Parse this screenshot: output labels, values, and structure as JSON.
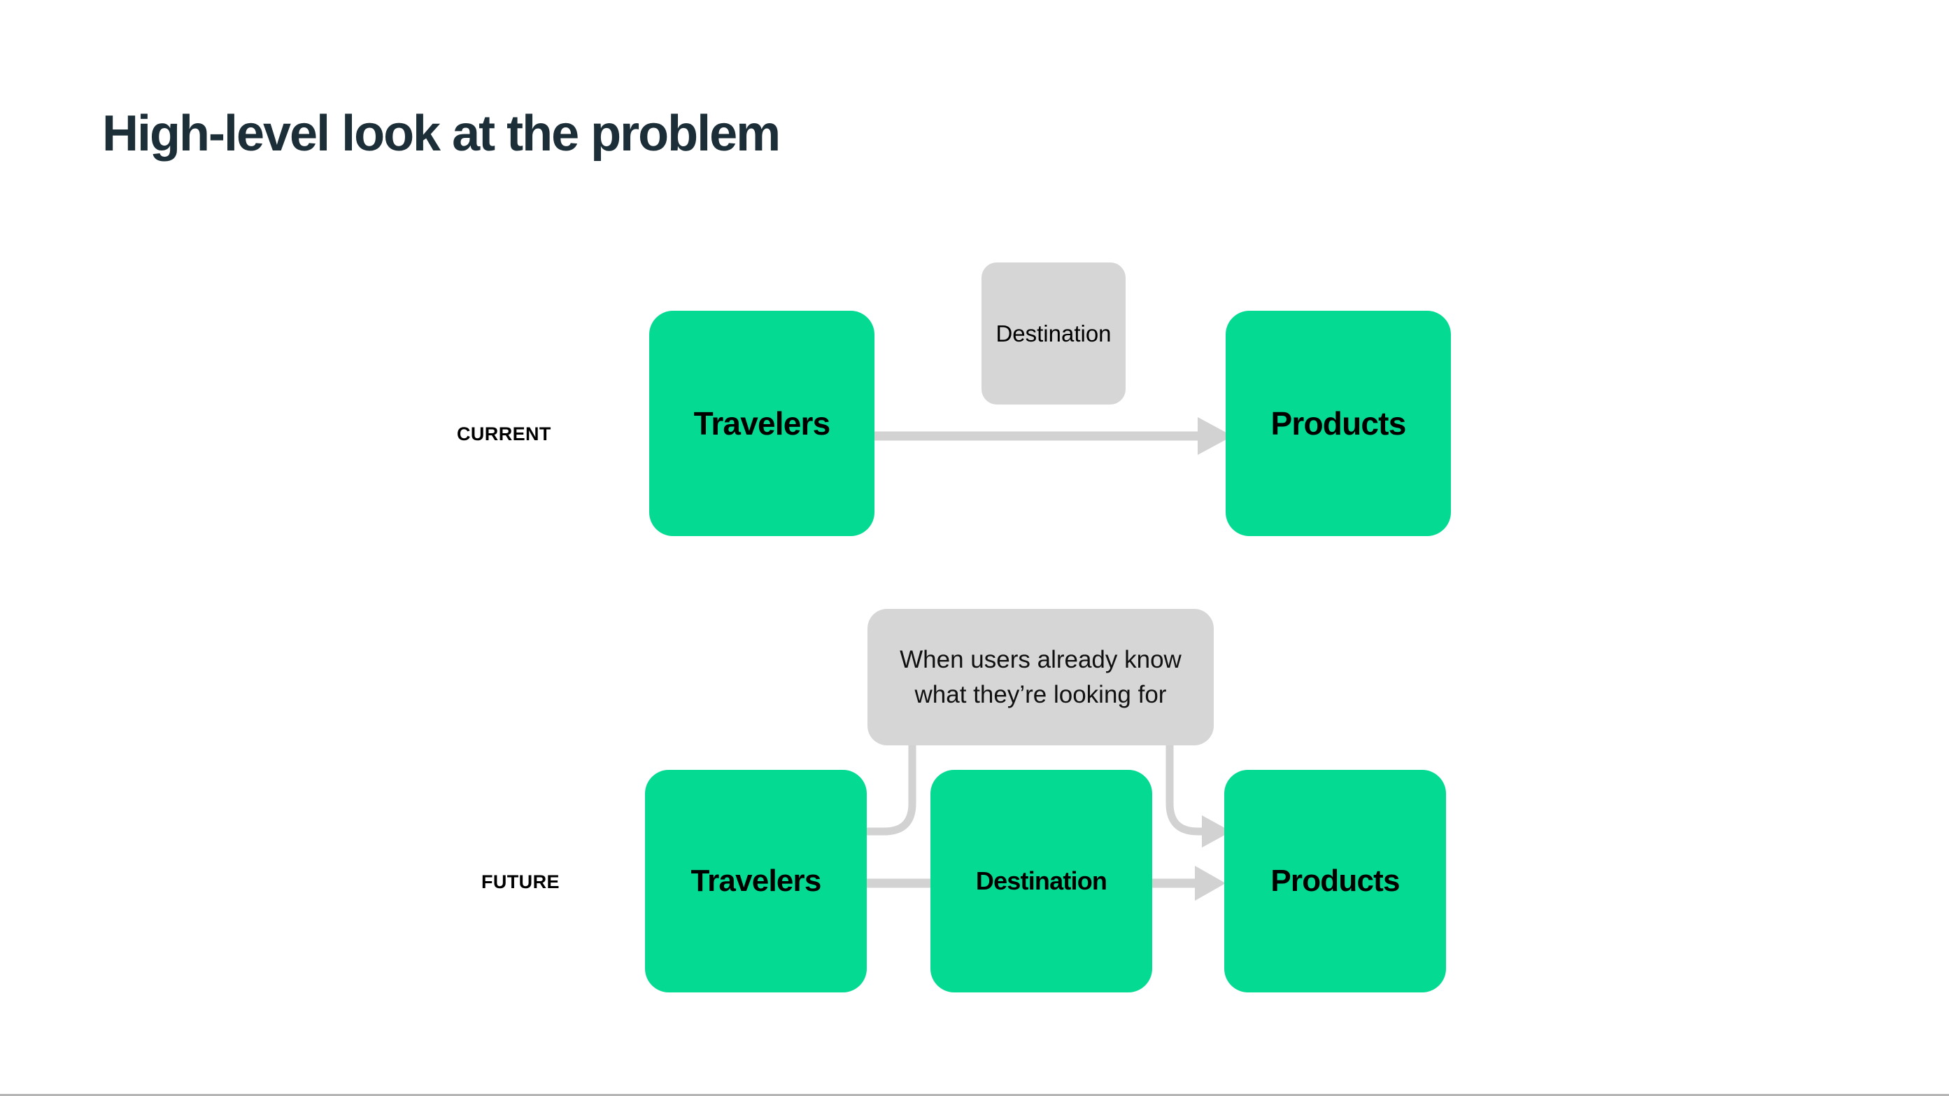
{
  "slide": {
    "title": "High-level look at the problem",
    "background_color": "#FFFFFF",
    "title_color": "#1C2E38",
    "accent_color": "#04DA92",
    "muted_color": "#D6D6D6",
    "connector_color": "#D2D2D2",
    "bottom_rule_color": "#B5B5B5"
  },
  "rows": {
    "current": {
      "label": "CURRENT",
      "nodes": {
        "travelers": {
          "label": "Travelers",
          "style": "green"
        },
        "destination": {
          "label": "Destination",
          "style": "gray"
        },
        "products": {
          "label": "Products",
          "style": "green"
        }
      },
      "arrow": {
        "from": "travelers",
        "to": "products",
        "style": "straight-arrow"
      }
    },
    "future": {
      "label": "FUTURE",
      "callout": "When users already know\nwhat they’re looking for",
      "nodes": {
        "travelers": {
          "label": "Travelers",
          "style": "green"
        },
        "destination": {
          "label": "Destination",
          "style": "green"
        },
        "products": {
          "label": "Products",
          "style": "green"
        }
      },
      "arrows": [
        {
          "from": "travelers",
          "to": "destination",
          "style": "straight-line"
        },
        {
          "from": "destination",
          "to": "products",
          "style": "straight-arrow"
        },
        {
          "from": "callout",
          "to": "travelers",
          "style": "elbow-left"
        },
        {
          "from": "callout",
          "to": "products",
          "style": "elbow-right-arrow"
        }
      ]
    }
  }
}
